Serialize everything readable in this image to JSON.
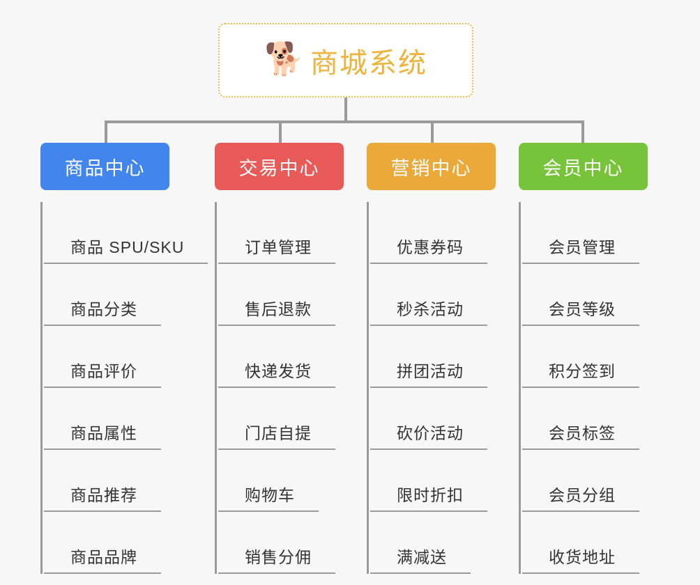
{
  "diagram": {
    "type": "mindmap",
    "background_color": "#f7f7f7",
    "root": {
      "title": "商城系统",
      "icon": "shiba-dog-face-icon",
      "emoji": "🐕",
      "text_color": "#efb33c",
      "border_color": "#f0b94a",
      "background_color": "#ffffff"
    },
    "connector_color": "#9a9a9a",
    "categories": [
      {
        "label": "商品中心",
        "color": "#4285ec",
        "items": [
          "商品 SPU/SKU",
          "商品分类",
          "商品评价",
          "商品属性",
          "商品推荐",
          "商品品牌"
        ]
      },
      {
        "label": "交易中心",
        "color": "#e85a57",
        "items": [
          "订单管理",
          "售后退款",
          "快递发货",
          "门店自提",
          "购物车",
          "销售分佣"
        ]
      },
      {
        "label": "营销中心",
        "color": "#eaa939",
        "items": [
          "优惠券码",
          "秒杀活动",
          "拼团活动",
          "砍价活动",
          "限时折扣",
          "满减送"
        ]
      },
      {
        "label": "会员中心",
        "color": "#77c43a",
        "items": [
          "会员管理",
          "会员等级",
          "积分签到",
          "会员标签",
          "会员分组",
          "收货地址"
        ]
      }
    ]
  }
}
